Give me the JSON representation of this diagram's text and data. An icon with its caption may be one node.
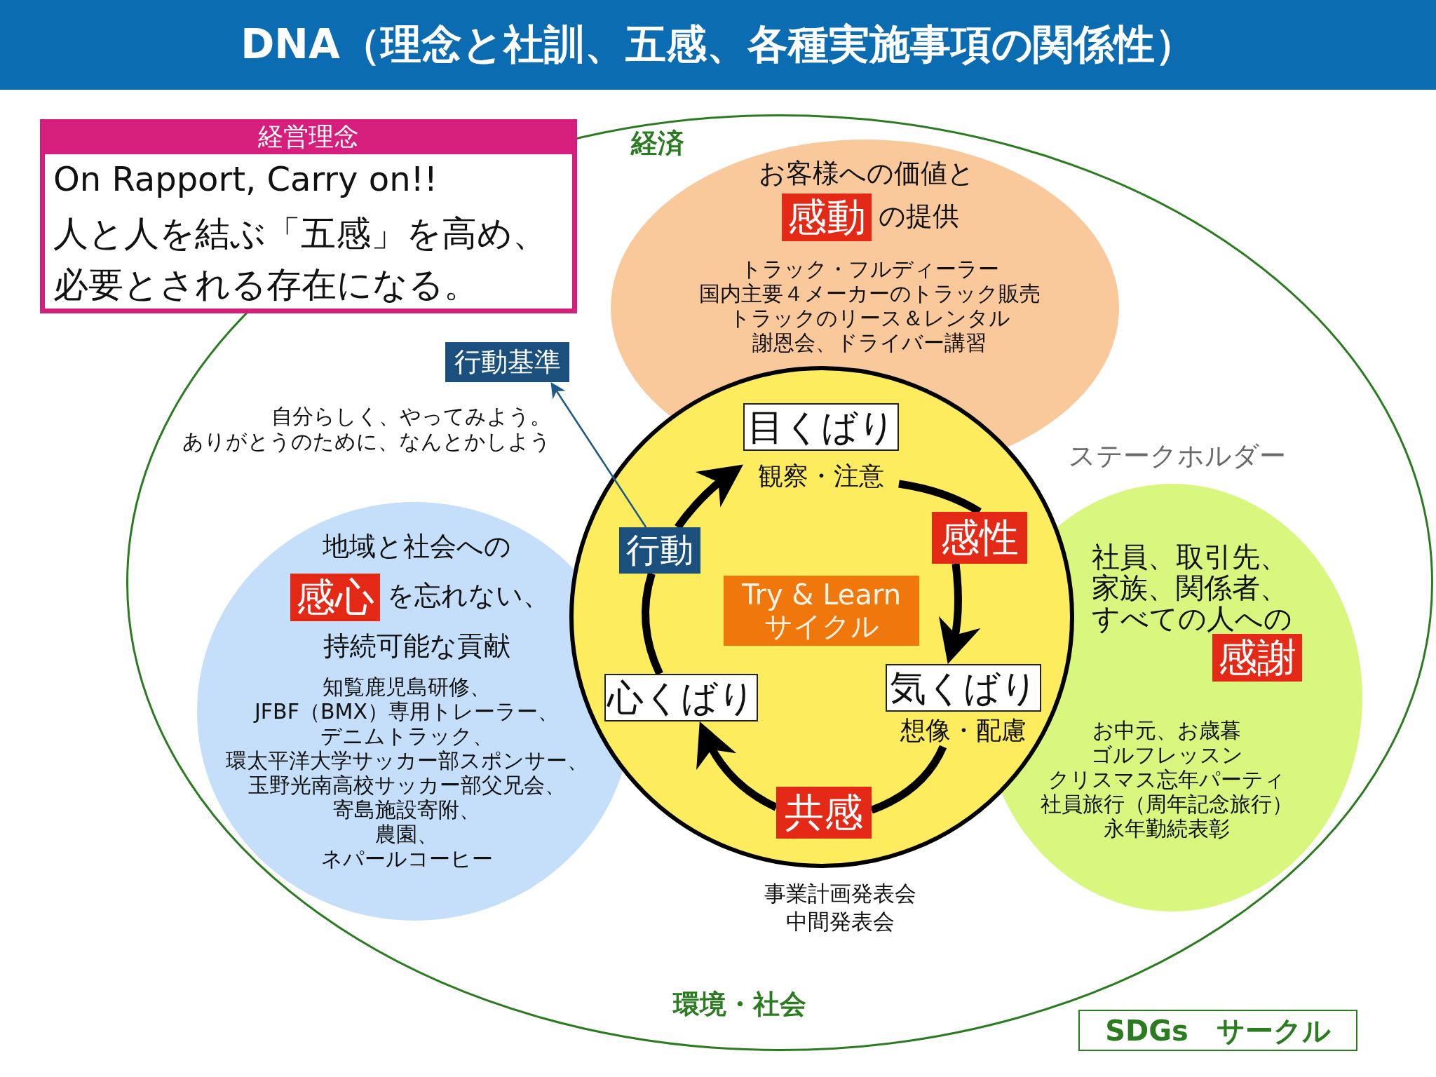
{
  "diagram": {
    "title": "DNA（理念と社訓、五感、各種実施事項の関係性）",
    "nodes": [
      {
        "text": [
          "経営理念",
          "On Rapport, Carry on!!",
          "人と人を結ぶ「五感」を高め、必要とされる存在になる。"
        ]
      },
      {
        "text": [
          "経済",
          "環境・社会"
        ]
      },
      {
        "text": [
          "行動基準"
        ],
        "in": 1,
        "beside": [
          "自分らしく、やってみよう。",
          "ありがとうのために、なんとかしよう"
        ]
      },
      {
        "text": [
          "お客様への価値と**感動**の提供",
          "トラック・フルディーラー",
          "国内主要４メーカーのトラック販売",
          "トラックのリース＆レンタル",
          "謝恩会、ドライバー講習"
        ],
        "in": 1
      },
      {
        "text": [
          "地域と社会への**感心**を忘れない、持続可能な貢献",
          "知覧鹿児島研修、",
          "JFBF（BMX）専用トレーラー、",
          "デニムトラック、",
          "環太平洋大学サッカー部スポンサー、",
          "玉野光南高校サッカー部父兄会、",
          "寄島施設寄附、",
          "農園、",
          "ネパールコーヒー"
        ],
        "in": 1
      },
      {
        "text": [
          "ステークホルダー",
          "社員、取引先、家族、関係者、すべての人への**感謝**",
          "お中元、お歳暮",
          "ゴルフレッスン",
          "クリスマス忘年パーティ",
          "社員旅行（周年記念旅行）",
          "永年勤続表彰"
        ],
        "in": 1
      },
      {
        "text": [],
        "shape": "circle",
        "in": 1,
        "beside": [
          "事業計画発表会",
          "中間発表会"
        ]
      },
      {
        "text": [
          "目くばり"
        ],
        "beside": [
          "観察・注意"
        ]
      },
      {
        "text": [
          "感性"
        ],
        "in": 6
      },
      {
        "text": [
          "気くばり"
        ],
        "in": 6,
        "beside": [
          "想像・配慮"
        ]
      },
      {
        "text": [
          "共感"
        ],
        "in": 6
      },
      {
        "text": [
          "心くばり"
        ],
        "in": 6
      },
      {
        "text": [
          "行動"
        ],
        "in": 6
      },
      {
        "text": [
          "Try & Learn サイクル"
        ],
        "in": 6
      },
      {
        "text": [
          "SDGs　サークル"
        ]
      }
    ],
    "edges": [
      {
        "from": 7,
        "to": 8,
        "arrow": "none"
      },
      {
        "from": 8,
        "to": 9,
        "arrow": "to"
      },
      {
        "from": 9,
        "to": 10,
        "arrow": "none"
      },
      {
        "from": 10,
        "to": 11,
        "arrow": "to"
      },
      {
        "from": 11,
        "to": 12,
        "arrow": "none"
      },
      {
        "from": 12,
        "to": 7,
        "arrow": "to"
      },
      {
        "from": 12,
        "to": 2,
        "arrow": "to",
        "color": "#1d5a87"
      }
    ]
  }
}
